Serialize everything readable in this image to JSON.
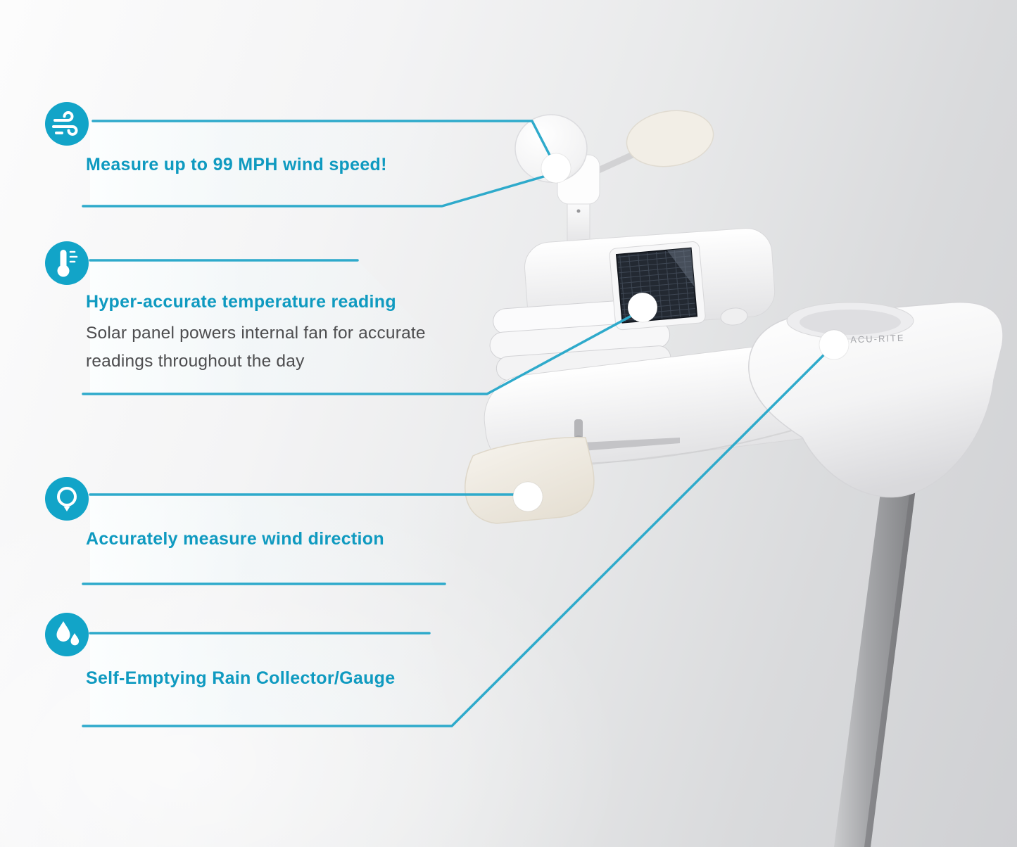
{
  "theme": {
    "accent_text": "#0f9ac0",
    "line_color": "#2eaacb",
    "icon_background": "#12a4c8",
    "subtext_color": "#4d4d4f",
    "background_start": "#fcfcfc",
    "background_end": "#cfd0d3"
  },
  "callouts": {
    "wind_speed": {
      "icon": "wind-icon",
      "title": "Measure up to 99 MPH wind speed!"
    },
    "temperature": {
      "icon": "thermometer-icon",
      "title": "Hyper-accurate temperature reading",
      "desc_line1": "Solar panel powers internal fan for accurate",
      "desc_line2": "readings throughout the day"
    },
    "wind_direction": {
      "icon": "wind-direction-icon",
      "title": "Accurately measure wind direction"
    },
    "rain": {
      "icon": "raindrops-icon",
      "title": "Self-Emptying Rain Collector/Gauge"
    }
  },
  "product": {
    "brand": "ACU-RITE"
  }
}
